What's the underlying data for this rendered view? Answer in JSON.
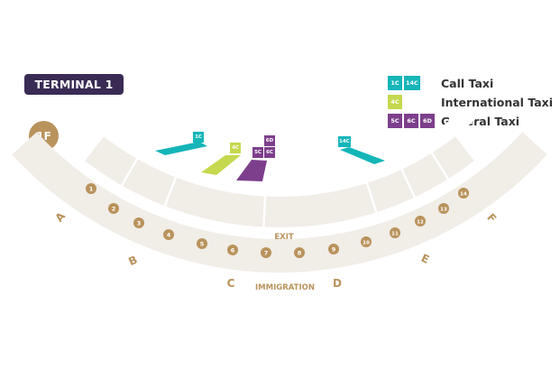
{
  "header": {
    "terminal_label": "TERMINAL 1",
    "floor_label": "1F"
  },
  "colors": {
    "call_taxi": "#15b5b8",
    "international_taxi": "#c6d84e",
    "general_taxi": "#7d3f8c",
    "terminal_badge": "#3a2b55",
    "accent_gold": "#b9935c",
    "floor_area": "#f1ede7"
  },
  "legend": [
    {
      "tags": [
        "1C",
        "14C"
      ],
      "label": "Call Taxi",
      "type": "call_taxi"
    },
    {
      "tags": [
        "4C"
      ],
      "label": "International Taxi",
      "type": "international_taxi"
    },
    {
      "tags": [
        "5C",
        "6C",
        "6D"
      ],
      "label": "General Taxi",
      "type": "general_taxi"
    }
  ],
  "map": {
    "taxi_stops": [
      {
        "tag": "1C",
        "type": "call_taxi"
      },
      {
        "tag": "4C",
        "type": "international_taxi"
      },
      {
        "tag": "5C",
        "type": "general_taxi"
      },
      {
        "tag": "6C",
        "type": "general_taxi"
      },
      {
        "tag": "6D",
        "type": "general_taxi"
      },
      {
        "tag": "14C",
        "type": "call_taxi"
      }
    ],
    "exit_label": "EXIT",
    "immigration_label": "IMMIGRATION",
    "gates": [
      "1",
      "2",
      "3",
      "4",
      "5",
      "6",
      "7",
      "8",
      "9",
      "10",
      "11",
      "12",
      "13",
      "14"
    ],
    "zones": [
      "A",
      "B",
      "C",
      "D",
      "E",
      "F"
    ]
  }
}
